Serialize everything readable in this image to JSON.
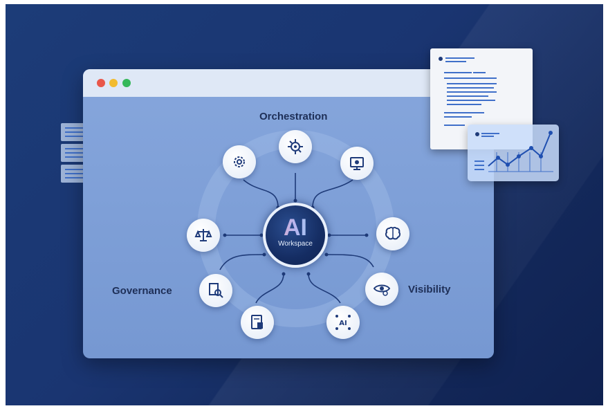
{
  "hub": {
    "title": "AI",
    "subtitle": "Workspace"
  },
  "labels": {
    "top": "Orchestration",
    "left": "Governance",
    "right": "Visibility"
  },
  "nodes": [
    {
      "name": "gear-icon"
    },
    {
      "name": "settings-cog-icon"
    },
    {
      "name": "monitor-icon"
    },
    {
      "name": "scales-icon"
    },
    {
      "name": "brain-icon"
    },
    {
      "name": "policy-search-icon"
    },
    {
      "name": "eye-gear-icon"
    },
    {
      "name": "document-icon"
    },
    {
      "name": "ai-chip-icon"
    }
  ],
  "colors": {
    "background": "#1a3571",
    "window": "#7e9fd7",
    "hub": "#152d63",
    "label": "#1e2f57"
  }
}
